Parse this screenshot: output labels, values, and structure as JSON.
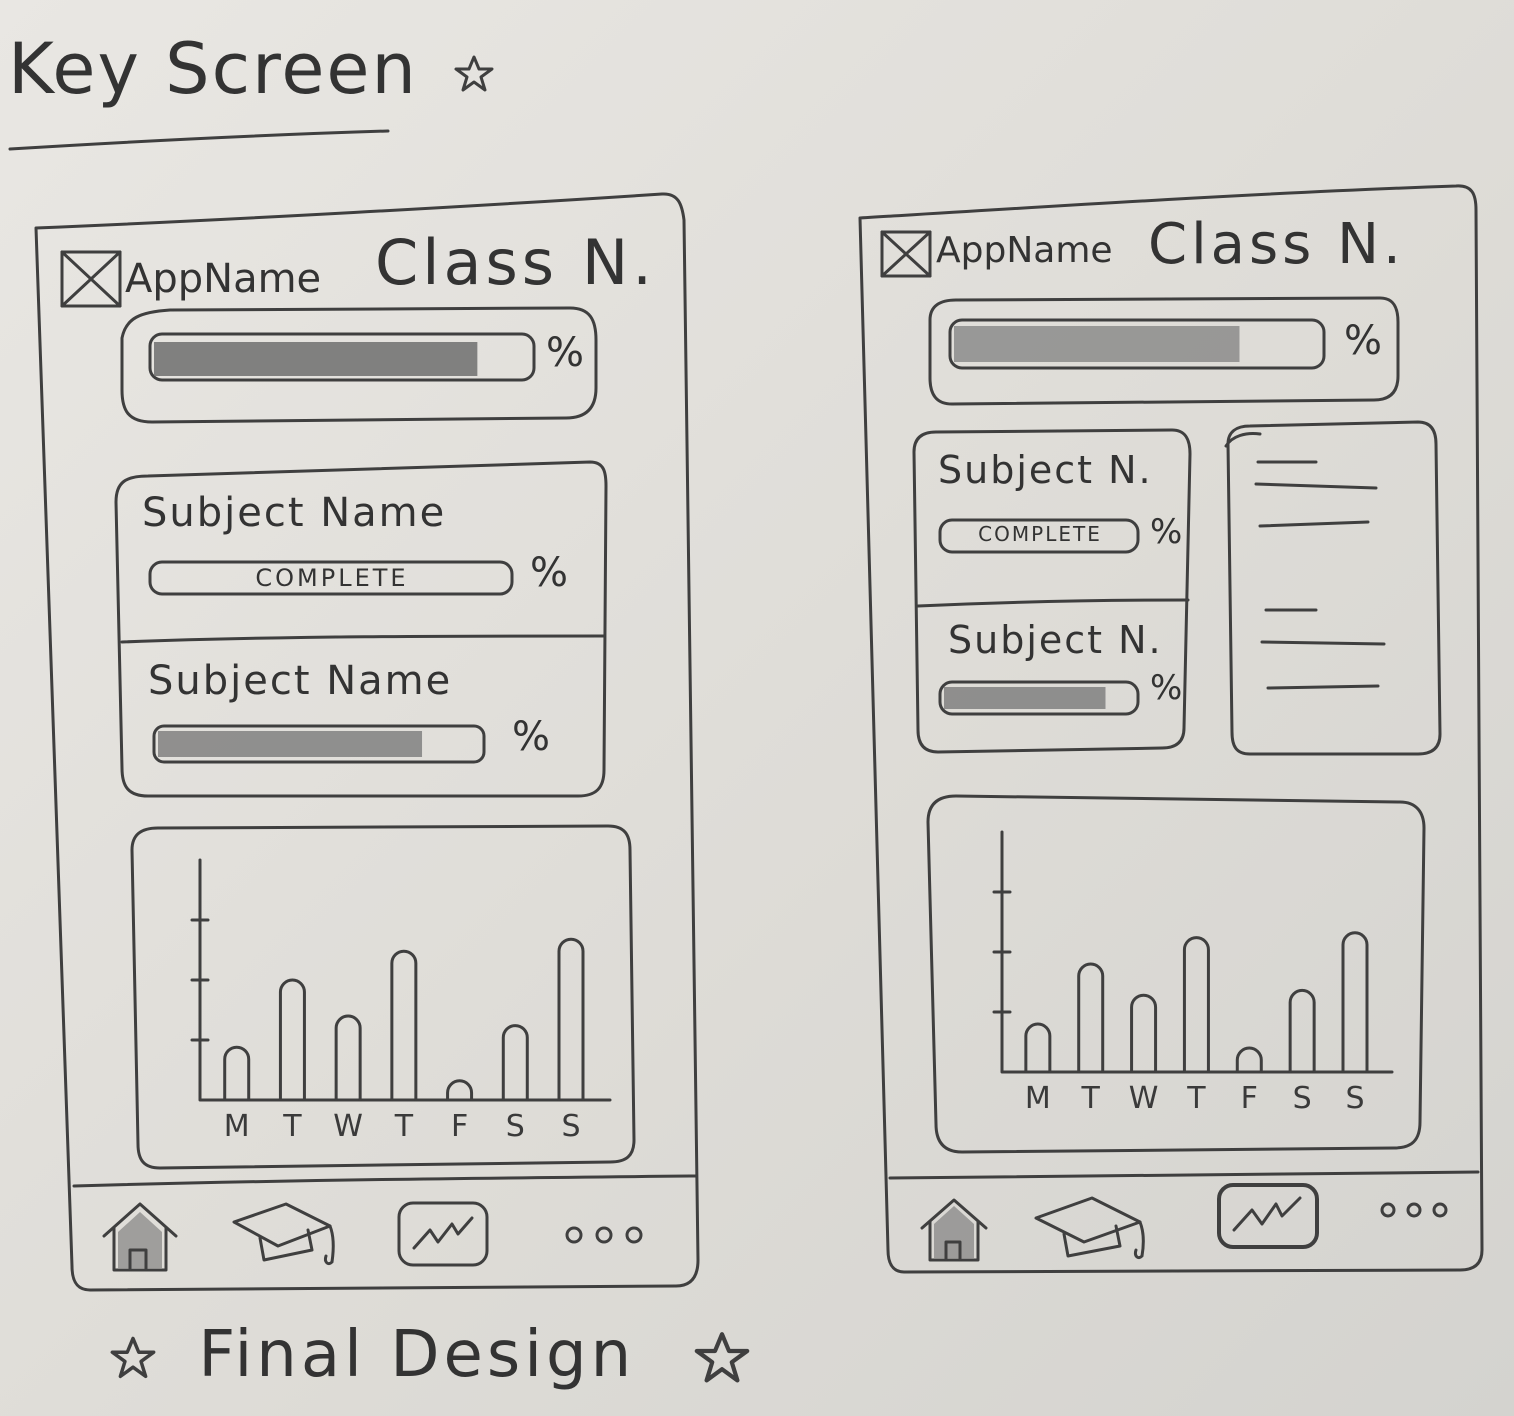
{
  "heading": "Key Screen",
  "footer": "Final Design",
  "colors": {
    "ink": "#3f3f3f",
    "paper": "#e3e1dd",
    "shading": "#7a7a7a"
  },
  "phones": [
    {
      "app_name": "AppName",
      "class_name": "Class N.",
      "class_progress_label": "%",
      "class_progress": 0.86,
      "subjects": [
        {
          "name": "Subject Name",
          "status": "COMPLETE",
          "percent_label": "%"
        },
        {
          "name": "Subject Name",
          "status": "",
          "percent_label": "%",
          "progress": 0.82
        }
      ],
      "chart_days": [
        "M",
        "T",
        "W",
        "T",
        "F",
        "S",
        "S"
      ],
      "nav_icons": [
        "home-icon",
        "graduation-cap-icon",
        "chart-icon",
        "more-icon"
      ],
      "active_nav": "home-icon"
    },
    {
      "app_name": "AppName",
      "class_name": "Class N.",
      "class_progress_label": "%",
      "class_progress": 0.78,
      "subjects": [
        {
          "name": "Subject N.",
          "status": "COMPLETE",
          "percent_label": "%"
        },
        {
          "name": "Subject N.",
          "status": "",
          "percent_label": "%",
          "progress": 0.85
        }
      ],
      "chart_days": [
        "M",
        "T",
        "W",
        "T",
        "F",
        "S",
        "S"
      ],
      "nav_icons": [
        "home-icon",
        "graduation-cap-icon",
        "chart-icon",
        "more-icon"
      ],
      "active_nav": "chart-icon"
    }
  ],
  "chart_data": [
    {
      "type": "bar",
      "categories": [
        "M",
        "T",
        "W",
        "T",
        "F",
        "S",
        "S"
      ],
      "values": [
        2.2,
        5,
        3.5,
        6.2,
        0.8,
        3.1,
        6.7
      ],
      "ylim": [
        0,
        10
      ],
      "title": "",
      "xlabel": "",
      "ylabel": ""
    },
    {
      "type": "bar",
      "categories": [
        "M",
        "T",
        "W",
        "T",
        "F",
        "S",
        "S"
      ],
      "values": [
        2,
        4.5,
        3.2,
        5.6,
        1,
        3.4,
        5.8
      ],
      "ylim": [
        0,
        10
      ],
      "title": "",
      "xlabel": "",
      "ylabel": ""
    }
  ]
}
